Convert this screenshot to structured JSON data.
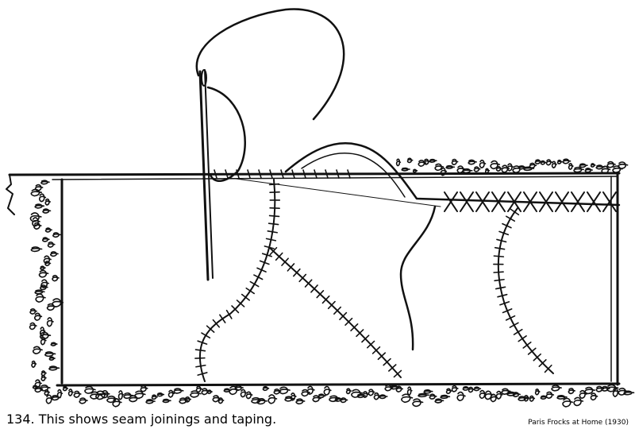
{
  "caption": "134. This shows seam joinings and taping.",
  "source": "Paris Frocks at Home (1930)",
  "illustration": {
    "subject": "needle-and-thread sewing seam joinings and taping on fabric",
    "ink_color": "#111111",
    "paper_color": "#ffffff"
  }
}
